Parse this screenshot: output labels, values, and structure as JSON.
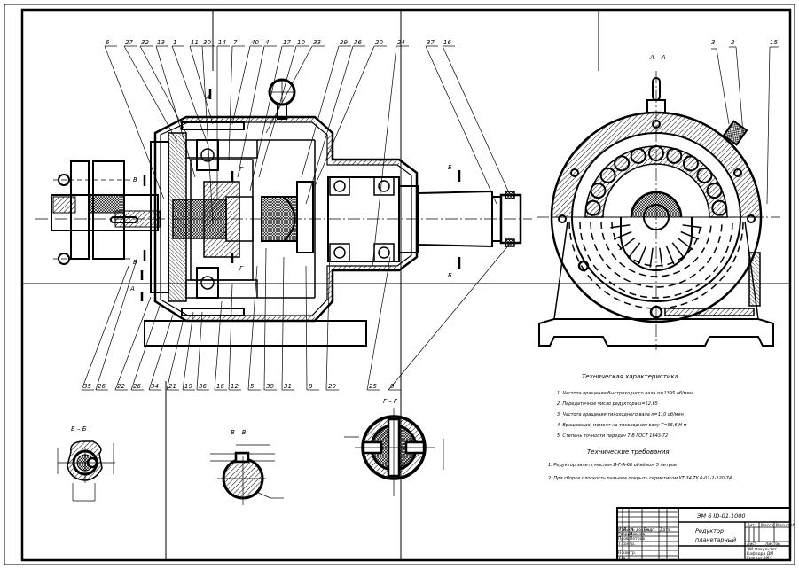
{
  "drawing": {
    "type": "assembly drawing",
    "section_titles": {
      "main_view": "",
      "side_view": "А – А",
      "section_b": "Б – Б",
      "section_v": "В – В",
      "section_g": "Г – Г"
    },
    "cut_marks": [
      "А",
      "Б",
      "В",
      "Г"
    ],
    "top_leaders": [
      "6",
      "27",
      "32",
      "13",
      "1",
      "11",
      "30",
      "14",
      "7",
      "40",
      "4",
      "17",
      "10",
      "33",
      "29",
      "36",
      "20",
      "24",
      "37",
      "16"
    ],
    "bottom_leaders": [
      "35",
      "26",
      "22",
      "26",
      "34",
      "21",
      "19",
      "36",
      "16",
      "12",
      "5",
      "39",
      "31",
      "8",
      "29",
      "25",
      "9"
    ],
    "side_leaders": [
      "3",
      "2",
      "15"
    ]
  },
  "specs": {
    "title": "Техническая характеристика",
    "items": [
      "1. Частота вращения быстроходного вала n=1395 об/мин",
      "2. Передаточное число редуктора u=12,65",
      "3. Частота вращения тихоходного вала n=110 об/мин",
      "4. Вращающий момент на тихоходном валу T=95,6 Н·м",
      "5. Степень точности передач 7-В ГОСТ 1643-72"
    ]
  },
  "requirements": {
    "title": "Технические требования",
    "items": [
      "1. Редуктор залить маслом И-Г-А-68 объёмом 5 литров",
      "2. При сборке плоскость разъема покрыть герметиком УТ-34 ТУ 6-01-2-220-74"
    ]
  },
  "title_block": {
    "designation": "ЭМ 6 ID-01.1000",
    "name_line1": "Редуктор",
    "name_line2": "планетарный",
    "columns": [
      "Лит.",
      "Масса",
      "Масштаб"
    ],
    "sheet_labels": [
      "Лист",
      "Листов"
    ],
    "rows": [
      "Изм.",
      "Лист",
      "№ докум.",
      "Подп.",
      "Дата"
    ],
    "roles": [
      "Разраб.",
      "Пров.",
      "Т.контр.",
      "Н.контр.",
      "Утв."
    ],
    "names": [
      "Иванов",
      "Петров"
    ],
    "org_lines": [
      "ЭМ Факультет",
      "Кафедра ДМ",
      "Группа ЭМ-1"
    ]
  }
}
